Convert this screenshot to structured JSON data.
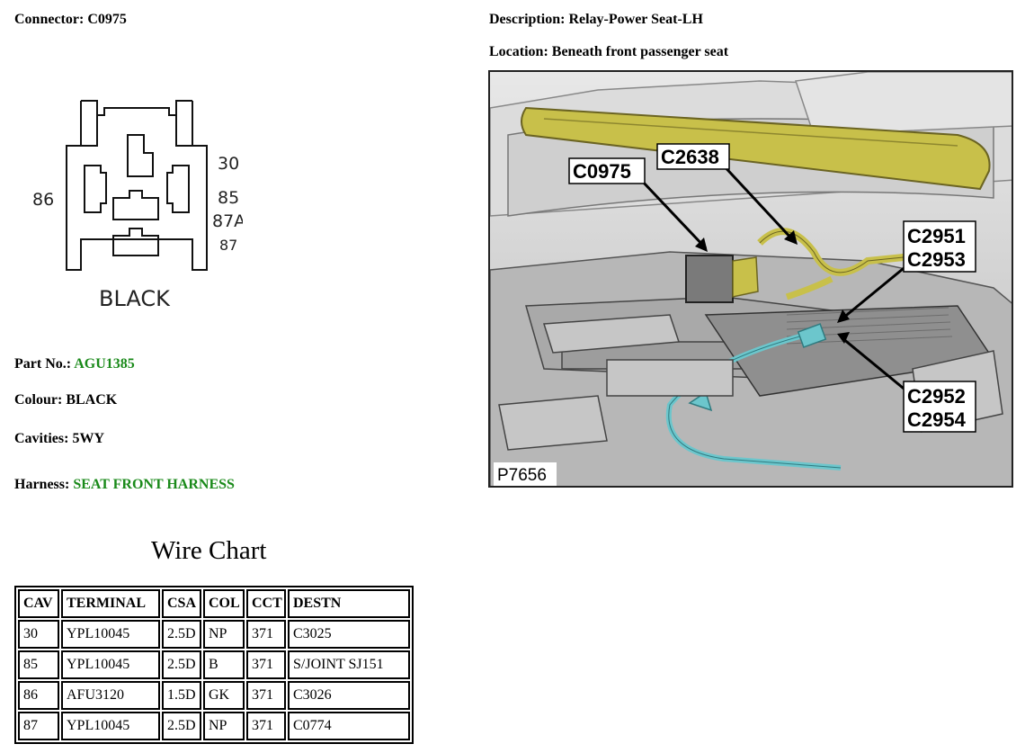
{
  "connector": {
    "label": "Connector:",
    "value": "C0975"
  },
  "description": {
    "label": "Description:",
    "value": "Relay-Power Seat-LH"
  },
  "location": {
    "label": "Location:",
    "value": "Beneath front passenger seat"
  },
  "diagram": {
    "pins": {
      "p30": "30",
      "p86": "86",
      "p85": "85",
      "p87a": "87A",
      "p87": "87"
    },
    "colour_caption": "BLACK"
  },
  "part_no": {
    "label": "Part No.:",
    "value": "AGU1385"
  },
  "colour": {
    "label": "Colour:",
    "value": "BLACK"
  },
  "cavities": {
    "label": "Cavities:",
    "value": "5WY"
  },
  "harness": {
    "label": "Harness:",
    "value": "SEAT FRONT HARNESS"
  },
  "wire_chart": {
    "title": "Wire Chart",
    "headers": [
      "CAV",
      "TERMINAL",
      "CSA",
      "COL",
      "CCT",
      "DESTN"
    ],
    "rows": [
      [
        "30",
        "YPL10045",
        "2.5D",
        "NP",
        "371",
        "C3025"
      ],
      [
        "85",
        "YPL10045",
        "2.5D",
        "B",
        "371",
        "S/JOINT SJ151"
      ],
      [
        "86",
        "AFU3120",
        "1.5D",
        "GK",
        "371",
        "C3026"
      ],
      [
        "87",
        "YPL10045",
        "2.5D",
        "NP",
        "371",
        "C0774"
      ]
    ]
  },
  "photo": {
    "id": "P7656",
    "callouts": {
      "c0975": "C0975",
      "c2638": "C2638",
      "c2951": "C2951",
      "c2953": "C2953",
      "c2952": "C2952",
      "c2954": "C2954"
    }
  },
  "colors": {
    "link_green": "#1a8a1a",
    "seat_yellow": "#c8c04a",
    "harness_cyan": "#6cc6cc"
  }
}
